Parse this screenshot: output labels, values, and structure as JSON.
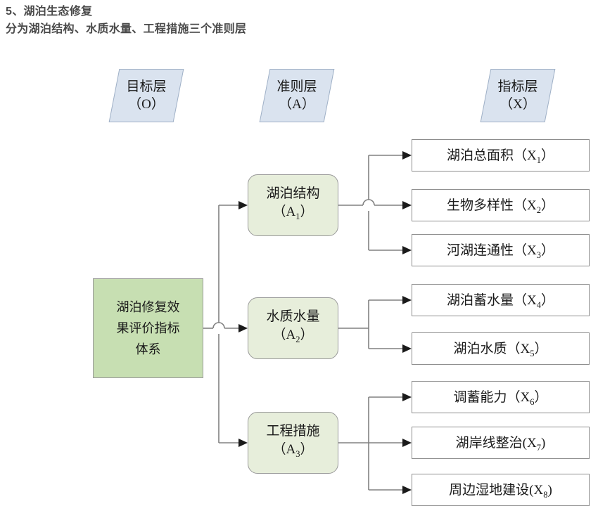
{
  "header": {
    "line1": "5、湖泊生态修复",
    "line2": "分为湖泊结构、水质水量、工程措施三个准则层"
  },
  "layer_headers": [
    {
      "name": "goal-layer-header",
      "line1": "目标层",
      "line2": "（O）"
    },
    {
      "name": "criteria-layer-header",
      "line1": "准则层",
      "line2": "（A）"
    },
    {
      "name": "indicator-layer-header",
      "line1": "指标层",
      "line2": "（X）"
    }
  ],
  "goal": {
    "line1": "湖泊修复效",
    "line2": "果评价指标",
    "line3": "体系",
    "full": "湖泊修复效果评价指标体系",
    "code": "O"
  },
  "criteria": [
    {
      "name": "criteria-a1",
      "label": "湖泊结构",
      "code": "A",
      "index": "1"
    },
    {
      "name": "criteria-a2",
      "label": "水质水量",
      "code": "A",
      "index": "2"
    },
    {
      "name": "criteria-a3",
      "label": "工程措施",
      "code": "A",
      "index": "3"
    }
  ],
  "indicators": [
    {
      "name": "indicator-x1",
      "label": "湖泊总面积",
      "code": "X",
      "index": "1",
      "paren_open": "（",
      "paren_close": "）",
      "parent": "A1"
    },
    {
      "name": "indicator-x2",
      "label": "生物多样性",
      "code": "X",
      "index": "2",
      "paren_open": "（",
      "paren_close": "）",
      "parent": "A1"
    },
    {
      "name": "indicator-x3",
      "label": "河湖连通性",
      "code": "X",
      "index": "3",
      "paren_open": "（",
      "paren_close": "）",
      "parent": "A1"
    },
    {
      "name": "indicator-x4",
      "label": "湖泊蓄水量",
      "code": "X",
      "index": "4",
      "paren_open": "（",
      "paren_close": "）",
      "parent": "A2"
    },
    {
      "name": "indicator-x5",
      "label": "湖泊水质",
      "code": "X",
      "index": "5",
      "paren_open": "（",
      "paren_close": "）",
      "parent": "A2"
    },
    {
      "name": "indicator-x6",
      "label": "调蓄能力",
      "code": "X",
      "index": "6",
      "paren_open": "（",
      "paren_close": "）",
      "parent": "A3"
    },
    {
      "name": "indicator-x7",
      "label": "湖岸线整治",
      "code": "X",
      "index": "7",
      "paren_open": "(",
      "paren_close": ")",
      "parent": "A3"
    },
    {
      "name": "indicator-x8",
      "label": "周边湿地建设",
      "code": "X",
      "index": "8",
      "paren_open": "(",
      "paren_close": ")",
      "parent": "A3"
    }
  ],
  "colors": {
    "goal_fill": "#c7dfb2",
    "criteria_fill": "#e7eedb",
    "indicator_fill": "#ffffff",
    "layer_header_fill": "#dae3ef",
    "layer_header_border": "#9fb0c6",
    "box_border": "#9a9a9a",
    "connector": "#808080",
    "header_text": "#4a4a4a"
  }
}
